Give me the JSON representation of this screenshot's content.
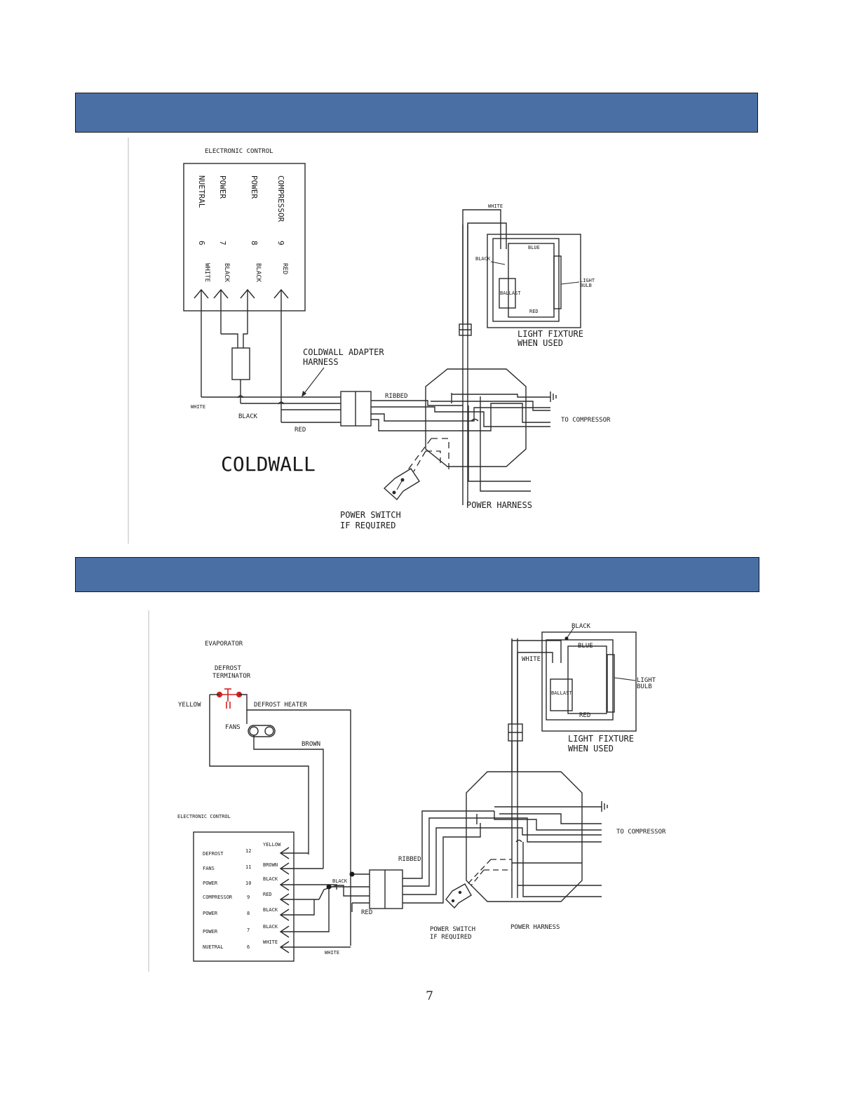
{
  "top": {
    "control_title": "ELECTRONIC CONTROL",
    "control_terminals": [
      {
        "name": "NUETRAL",
        "num": "6",
        "wire": "WHITE"
      },
      {
        "name": "POWER",
        "num": "7",
        "wire": "BLACK"
      },
      {
        "name": "POWER",
        "num": "8",
        "wire": "BLACK"
      },
      {
        "name": "COMPRESSOR",
        "num": "9",
        "wire": "RED"
      }
    ],
    "adapter_label_1": "COLDWALL ADAPTER",
    "adapter_label_2": "HARNESS",
    "wire_white": "WHITE",
    "wire_black": "BLACK",
    "wire_red": "RED",
    "ribbed": "RIBBED",
    "to_compressor": "TO COMPRESSOR",
    "brand": "COLDWALL",
    "power_switch_1": "POWER SWITCH",
    "power_switch_2": "IF REQUIRED",
    "power_harness": "POWER HARNESS",
    "light": {
      "white": "WHITE",
      "black": "BLACK",
      "blue": "BLUE",
      "red": "RED",
      "ballast": "BALLAST",
      "bulb_1": "LIGHT",
      "bulb_2": "BULB",
      "fixture_1": "LIGHT FIXTURE",
      "fixture_2": "WHEN USED"
    }
  },
  "bottom": {
    "evaporator": "EVAPORATOR",
    "defrost_term_1": "DEFROST",
    "defrost_term_2": "TERMINATOR",
    "defrost_heater": "DEFROST HEATER",
    "yellow": "YELLOW",
    "fans": "FANS",
    "brown": "BROWN",
    "control_title": "ELECTRONIC CONTROL",
    "terminals": [
      {
        "name": "DEFROST",
        "num": "12",
        "wire": "YELLOW"
      },
      {
        "name": "FANS",
        "num": "11",
        "wire": "BROWN"
      },
      {
        "name": "POWER",
        "num": "10",
        "wire": "BLACK"
      },
      {
        "name": "COMPRESSOR",
        "num": "9",
        "wire": "RED"
      },
      {
        "name": "POWER",
        "num": "8",
        "wire": "BLACK"
      },
      {
        "name": "POWER",
        "num": "7",
        "wire": "BLACK"
      },
      {
        "name": "NUETRAL",
        "num": "6",
        "wire": "WHITE"
      }
    ],
    "wire_black": "BLACK",
    "wire_white": "WHITE",
    "wire_red": "RED",
    "ribbed": "RIBBED",
    "to_compressor": "TO COMPRESSOR",
    "power_switch_1": "POWER SWITCH",
    "power_switch_2": "IF REQUIRED",
    "power_harness": "POWER HARNESS",
    "light": {
      "white": "WHITE",
      "black": "BLACK",
      "blue": "BLUE",
      "red": "RED",
      "ballast": "BALLAST",
      "bulb_1": "LIGHT",
      "bulb_2": "BULB",
      "fixture_1": "LIGHT FIXTURE",
      "fixture_2": "WHEN USED"
    }
  },
  "page_number": "7",
  "colors": {
    "band": "#4a6fa5",
    "defrost_red": "#d42020",
    "ink": "#2a2a2a"
  }
}
